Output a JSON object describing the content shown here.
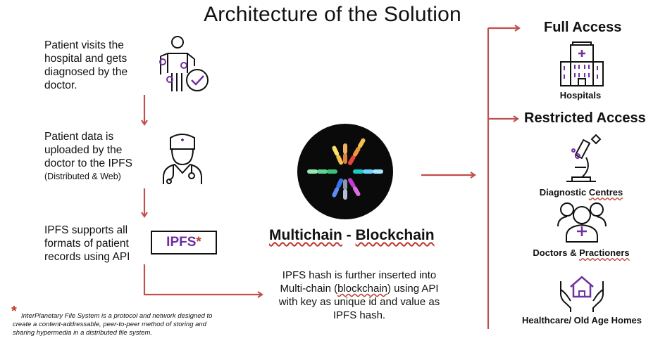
{
  "title": "Architecture of the Solution",
  "steps": [
    {
      "lines": [
        "Patient visits the",
        "hospital and gets",
        "diagnosed by the",
        "doctor."
      ]
    },
    {
      "lines": [
        "Patient data is",
        "uploaded by the",
        "doctor to the IPFS"
      ],
      "note": "(Distributed & Web)"
    },
    {
      "lines": [
        "IPFS supports all",
        "formats of patient",
        "records using API"
      ]
    }
  ],
  "ipfs_box": {
    "label": "IPFS",
    "star": "*"
  },
  "multichain": {
    "title_a": "Multichain",
    "title_sep": " - ",
    "title_b": "Blockchain",
    "desc_l1": "IPFS hash is further inserted into",
    "desc_l2_a": "Multi-chain (",
    "desc_l2_b": "blockchain",
    "desc_l2_c": ") using API",
    "desc_l3": "with key as unique id and value as",
    "desc_l4": "IPFS hash."
  },
  "access": {
    "full": "Full Access",
    "restricted": "Restricted Access"
  },
  "entities": {
    "hospitals": "Hospitals",
    "diagnostic_a": "Diagnostic ",
    "diagnostic_b": "Centres",
    "doctors_a": "Doctors & ",
    "doctors_b": "Practioners",
    "healthcare": "Healthcare/ Old Age Homes"
  },
  "footnote": {
    "star": "*",
    "text_l1": "InterPlanetary File System is a protocol and network designed to",
    "text_l2": "create a content-addressable, peer-to-peer method of storing and",
    "text_l3": "sharing hypermedia in a distributed file system."
  },
  "icons": [
    "patient-diagnosed-icon",
    "doctor-icon",
    "multichain-logo",
    "hospital-icon",
    "microscope-icon",
    "doctors-group-icon",
    "healthcare-home-icon"
  ],
  "colors": {
    "arrow": "#c0504d",
    "accent": "#7030a0",
    "footnote_star": "#c0392b"
  }
}
